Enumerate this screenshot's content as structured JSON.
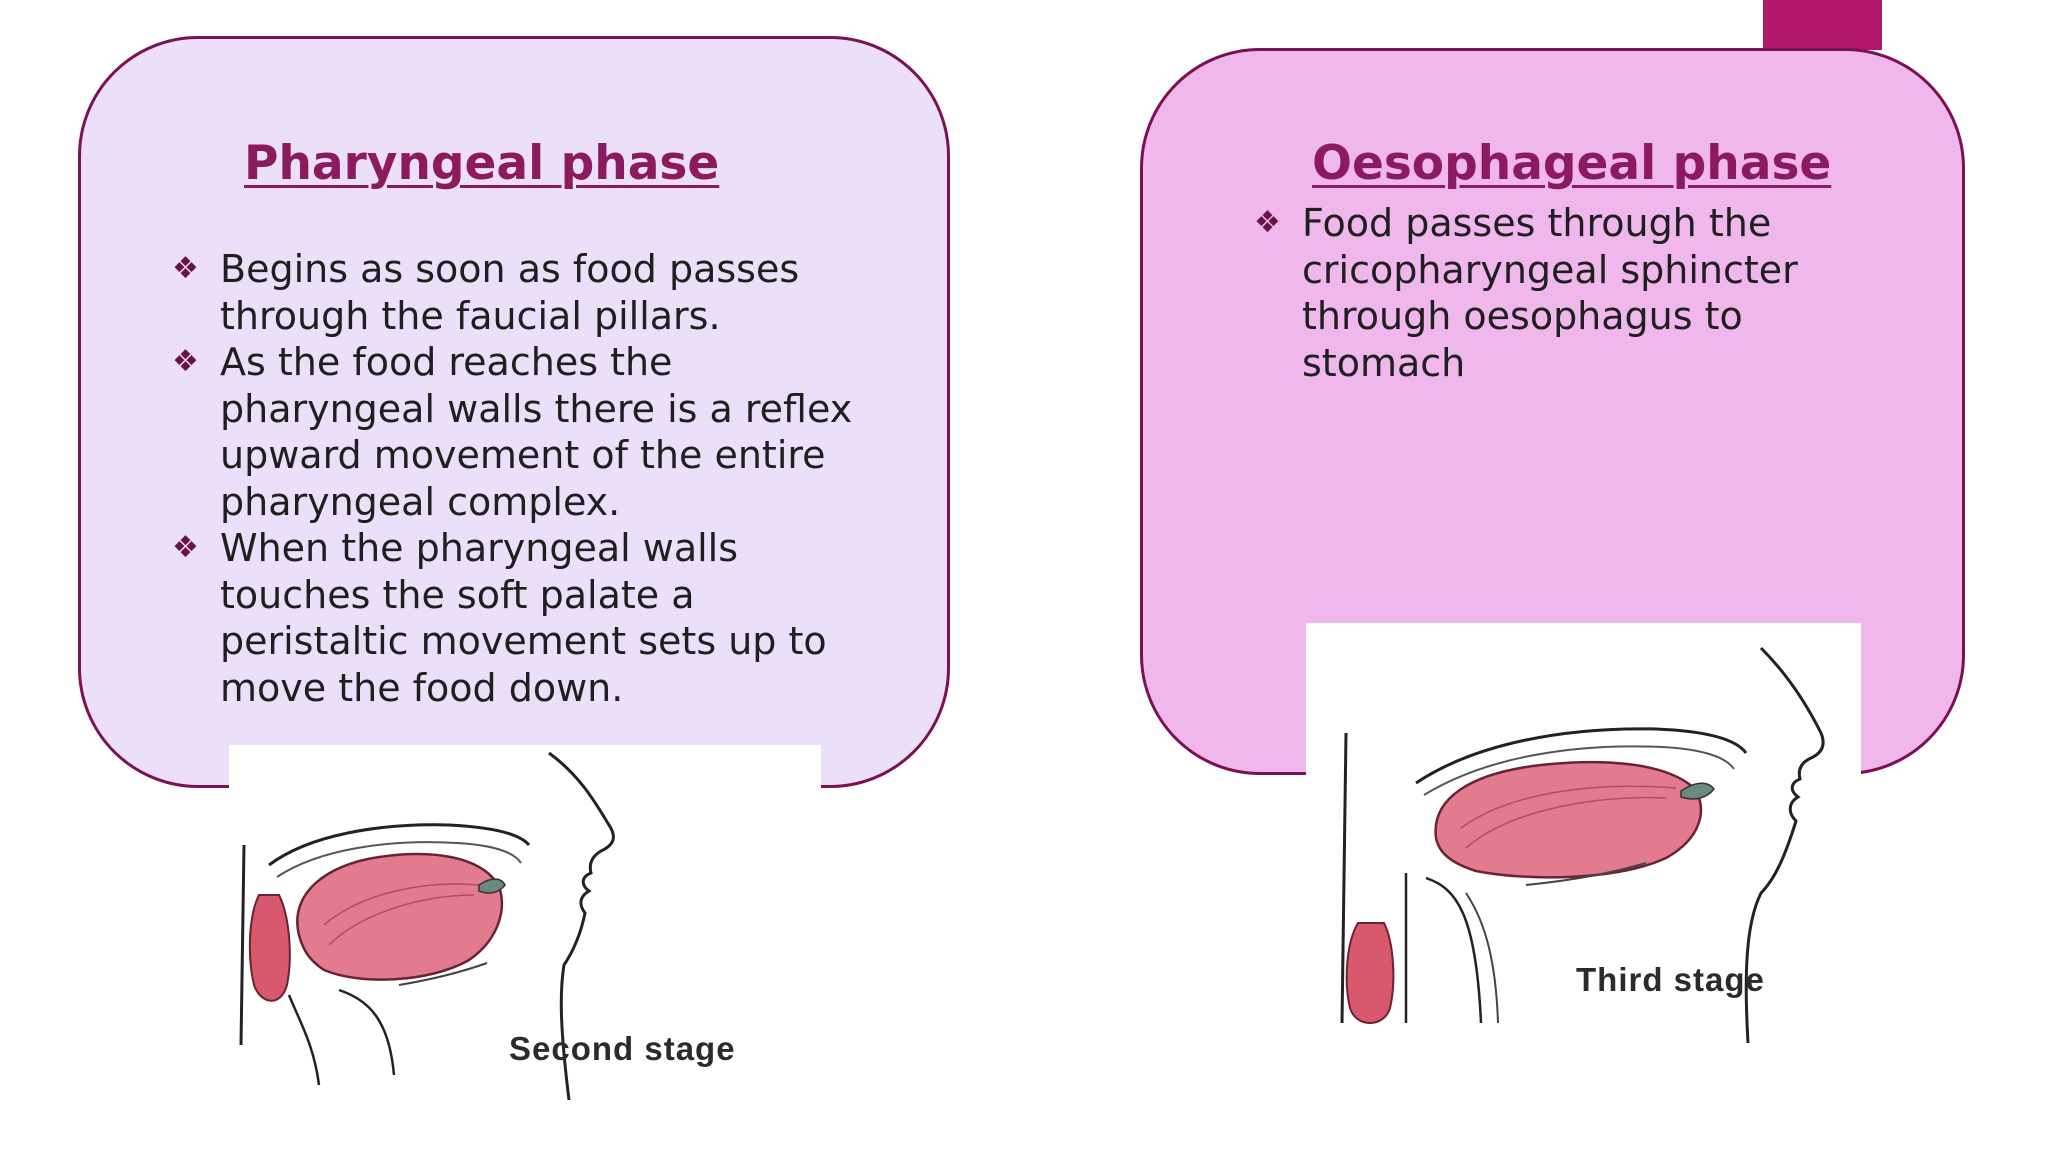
{
  "colors": {
    "accent": "#b1176a",
    "left_card_bg": "#ecdffa",
    "right_card_bg": "#efb7ec",
    "heading": "#8b1a5e",
    "border": "#7a1250"
  },
  "bullet_icon": "diamond-bullet-icon",
  "pharyngeal": {
    "title": "Pharyngeal phase",
    "bullets": [
      "Begins as soon as food passes through the faucial pillars.",
      "As the food reaches the pharyngeal walls there is a reflex upward movement of the entire pharyngeal complex.",
      "When the pharyngeal walls touches the soft palate a peristaltic movement sets up to move the food down."
    ],
    "figure_label": "Second stage"
  },
  "oesophageal": {
    "title": "Oesophageal phase",
    "bullets": [
      "Food passes through the cricopharyngeal sphincter through oesophagus to stomach"
    ],
    "figure_label": "Third stage"
  }
}
